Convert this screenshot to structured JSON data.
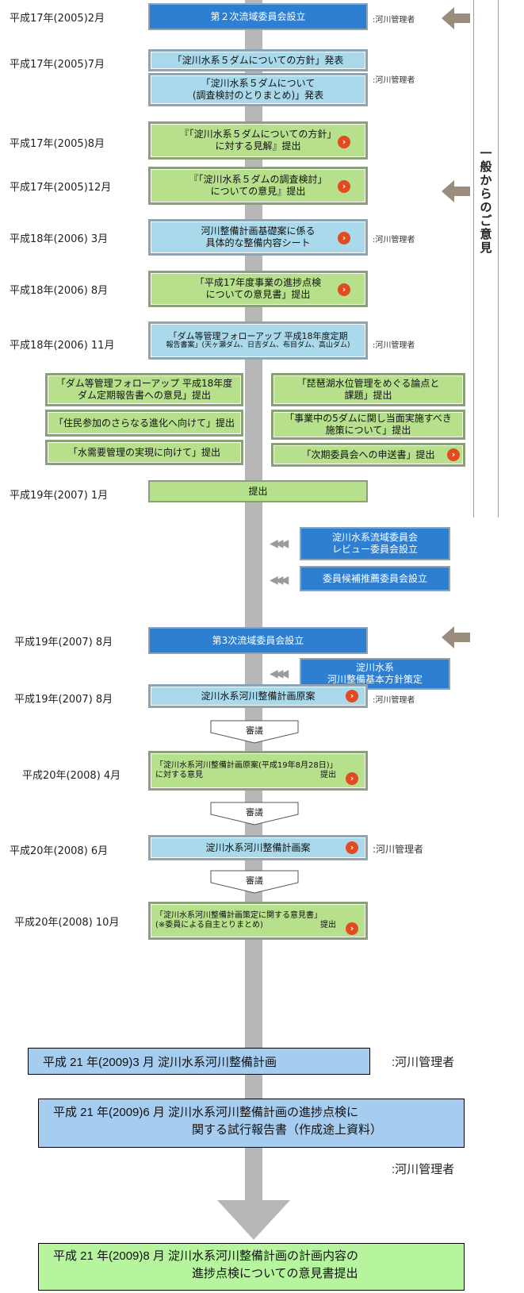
{
  "sidebar": {
    "label": "一般からのご意見"
  },
  "rows": [
    {
      "date": "平成17年(2005)2月",
      "box": "第２次流域委員会設立",
      "mgr": ":河川管理者"
    },
    {
      "date": "平成17年(2005)7月",
      "box_a": "「淀川水系５ダムについての方針」発表",
      "box_b1": "「淀川水系５ダムについて",
      "box_b2": "(調査検討のとりまとめ)」発表",
      "mgr": ":河川管理者"
    },
    {
      "date": "平成17年(2005)8月",
      "box1": "『「淀川水系５ダムについての方針」",
      "box2": "に対する見解』提出"
    },
    {
      "date": "平成17年(2005)12月",
      "box1": "『「淀川水系５ダムの調査検討」",
      "box2": "についての意見』提出"
    },
    {
      "date": "平成18年(2006) 3月",
      "box1": "河川整備計画基礎案に係る",
      "box2": "具体的な整備内容シート",
      "mgr": ":河川管理者"
    },
    {
      "date": "平成18年(2006) 8月",
      "box1": "「平成17年度事業の進捗点検",
      "box2": "についての意見書」提出"
    },
    {
      "date": "平成18年(2006) 11月",
      "box1": "「ダム等管理フォローアップ 平成18年度定期",
      "box2": "報告書案」(天ヶ瀬ダム、日吉ダム、布目ダム、高山ダム)",
      "mgr": ":河川管理者"
    }
  ],
  "submissions": {
    "left": [
      {
        "l1": "「ダム等管理フォローアップ 平成18年度",
        "l2": "ダム定期報告書への意見」提出"
      },
      {
        "l1": "「住民参加のさらなる進化へ向けて」提出"
      },
      {
        "l1": "「水需要管理の実現に向けて」提出"
      }
    ],
    "right": [
      {
        "l1": "「琵琶湖水位管理をめぐる論点と",
        "l2": "課題」提出"
      },
      {
        "l1": "「事業中の5ダムに関し当面実施すべき",
        "l2": "施策について」提出"
      },
      {
        "l1": "「次期委員会への申送書」提出"
      }
    ]
  },
  "row2007_1": {
    "date": "平成19年(2007) 1月",
    "box": "提出"
  },
  "events": [
    {
      "l1": "淀川水系流域委員会",
      "l2": "レビュー委員会設立"
    },
    {
      "l1": "委員候補推薦委員会設立"
    }
  ],
  "row2007_8a": {
    "date": "平成19年(2007) 8月",
    "box": "第3次流域委員会設立"
  },
  "event3": {
    "l1": "淀川水系",
    "l2": "河川整備基本方針策定"
  },
  "row2007_8b": {
    "date": "平成19年(2007) 8月",
    "box": "淀川水系河川整備計画原案",
    "mgr": ":河川管理者"
  },
  "deliberation": "審議",
  "row2008_4": {
    "date": "平成20年(2008) 4月",
    "l1": "「淀川水系河川整備計画原案(平成19年8月28日)」",
    "l2": "に対する意見",
    "l2b": "提出"
  },
  "row2008_6": {
    "date": "平成20年(2008) 6月",
    "box": "淀川水系河川整備計画案",
    "mgr": ":河川管理者"
  },
  "row2008_10": {
    "date": "平成20年(2008) 10月",
    "l1": "「淀川水系河川整備計画策定に関する意見書」",
    "l2": "(※委員による自主とりまとめ)",
    "l2b": "提出"
  },
  "bottom": {
    "b1": {
      "text": "平成 21 年(2009)3 月  淀川水系河川整備計画",
      "mgr": ":河川管理者"
    },
    "b2": {
      "l1": "平成 21 年(2009)6 月  淀川水系河川整備計画の進捗点検に",
      "l2": "関する試行報告書（作成途上資料）",
      "mgr": ":河川管理者"
    },
    "b3": {
      "l1": "平成 21 年(2009)8 月  淀川水系河川整備計画の計画内容の",
      "l2": "進捗点検についての意見書提出"
    }
  },
  "colors": {
    "blue": "#2e7fd2",
    "light_blue": "#a9d9ea",
    "green": "#b6e08b",
    "gray_arrow": "#9b9b9b",
    "go": "#e24a1f"
  },
  "icons": {
    "next": "arrow-right-circle-icon",
    "input": "left-arrow-icon"
  }
}
